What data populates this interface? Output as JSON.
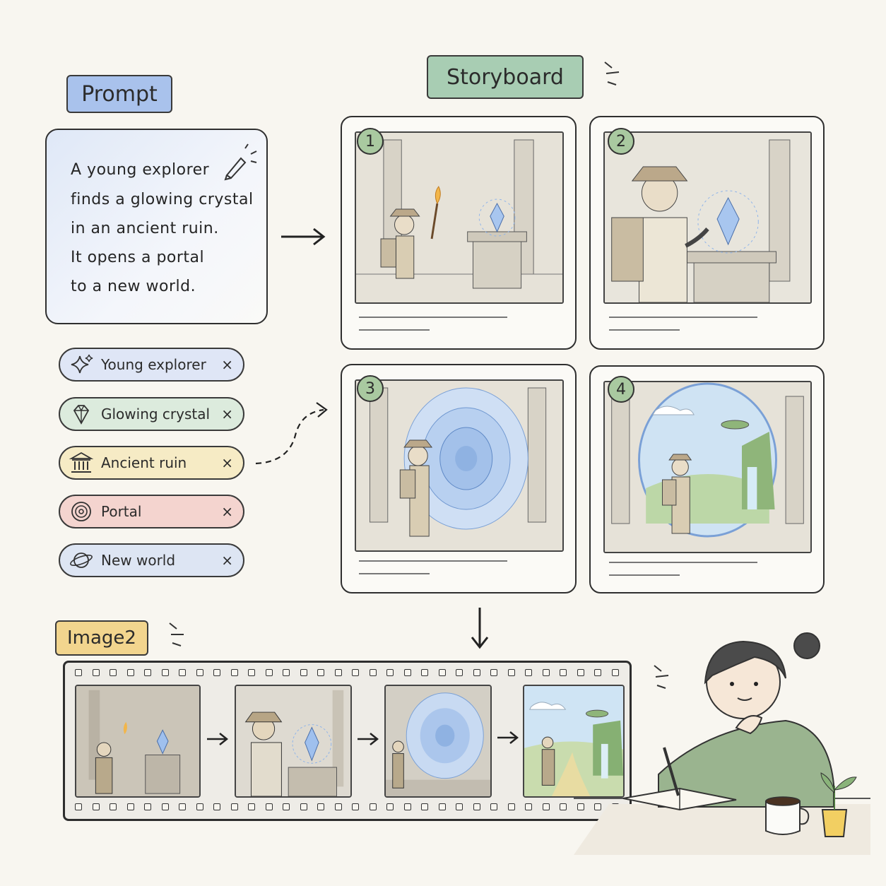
{
  "prompt": {
    "heading": "Prompt",
    "lines": [
      "A young explorer",
      "finds a glowing crystal",
      "in an ancient ruin.",
      "It opens a portal",
      "to a new world."
    ]
  },
  "tags": [
    {
      "label": "Young explorer",
      "icon": "sparkle-icon",
      "color": "#dfe6f6",
      "close": "×"
    },
    {
      "label": "Glowing crystal",
      "icon": "gem-icon",
      "color": "#dcebdd",
      "close": "×"
    },
    {
      "label": "Ancient ruin",
      "icon": "temple-icon",
      "color": "#f6ebc5",
      "close": "×"
    },
    {
      "label": "Portal",
      "icon": "target-icon",
      "color": "#f4d4cf",
      "close": "×"
    },
    {
      "label": "New world",
      "icon": "planet-icon",
      "color": "#dde5f3",
      "close": "×"
    }
  ],
  "storyboard": {
    "heading": "Storyboard",
    "panels": [
      {
        "number": "1"
      },
      {
        "number": "2"
      },
      {
        "number": "3"
      },
      {
        "number": "4"
      }
    ]
  },
  "output": {
    "heading": "Image2"
  },
  "colors": {
    "prompt_label": "#a9c2ec",
    "storyboard_label": "#a8cdb3",
    "image2_label": "#f2d58e",
    "badge": "#a9c9a0"
  }
}
